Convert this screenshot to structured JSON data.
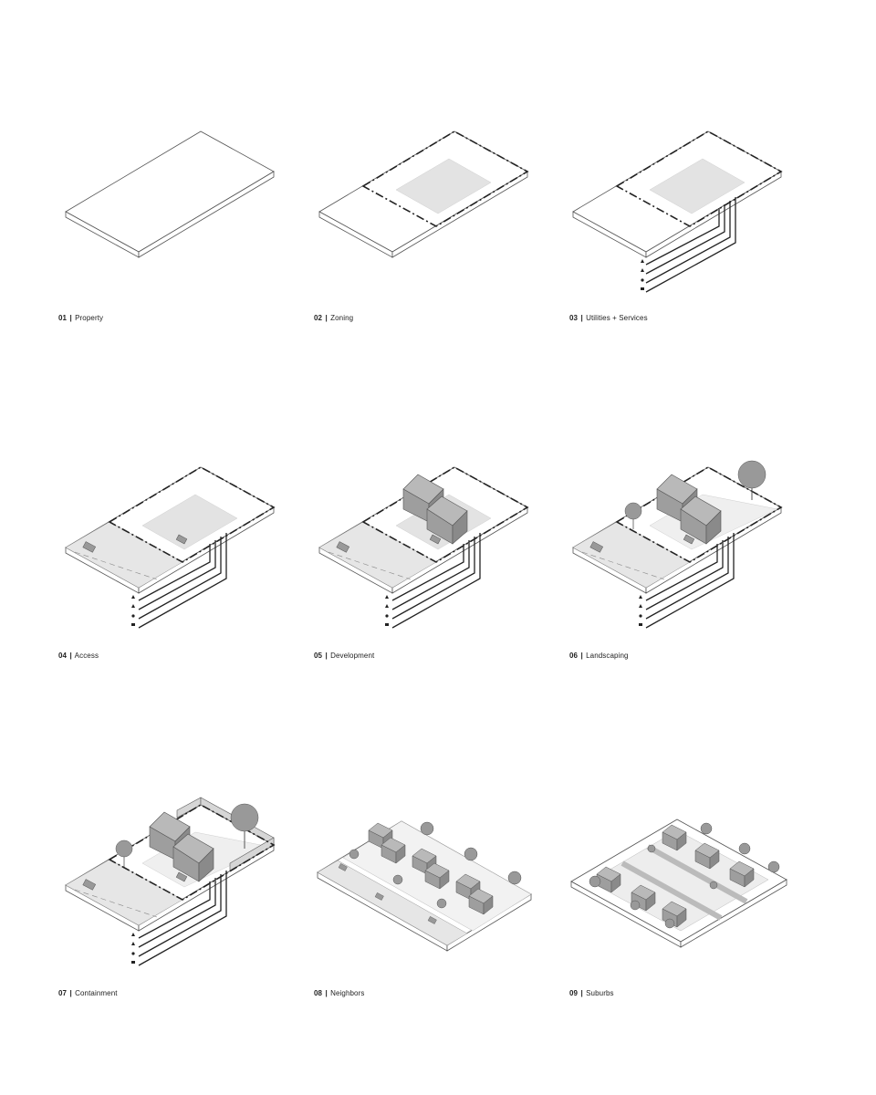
{
  "panels": [
    {
      "num": "01",
      "label": "Property"
    },
    {
      "num": "02",
      "label": "Zoning"
    },
    {
      "num": "03",
      "label": "Utilities + Services"
    },
    {
      "num": "04",
      "label": "Access"
    },
    {
      "num": "05",
      "label": "Development"
    },
    {
      "num": "06",
      "label": "Landscaping"
    },
    {
      "num": "07",
      "label": "Containment"
    },
    {
      "num": "08",
      "label": "Neighbors"
    },
    {
      "num": "09",
      "label": "Suburbs"
    }
  ],
  "separator": "|",
  "colors": {
    "line": "#444444",
    "shade": "#e6e6e6",
    "roof": "#b9b9b9",
    "wall": "#9a9a9a",
    "tree": "#8a8a8a"
  }
}
